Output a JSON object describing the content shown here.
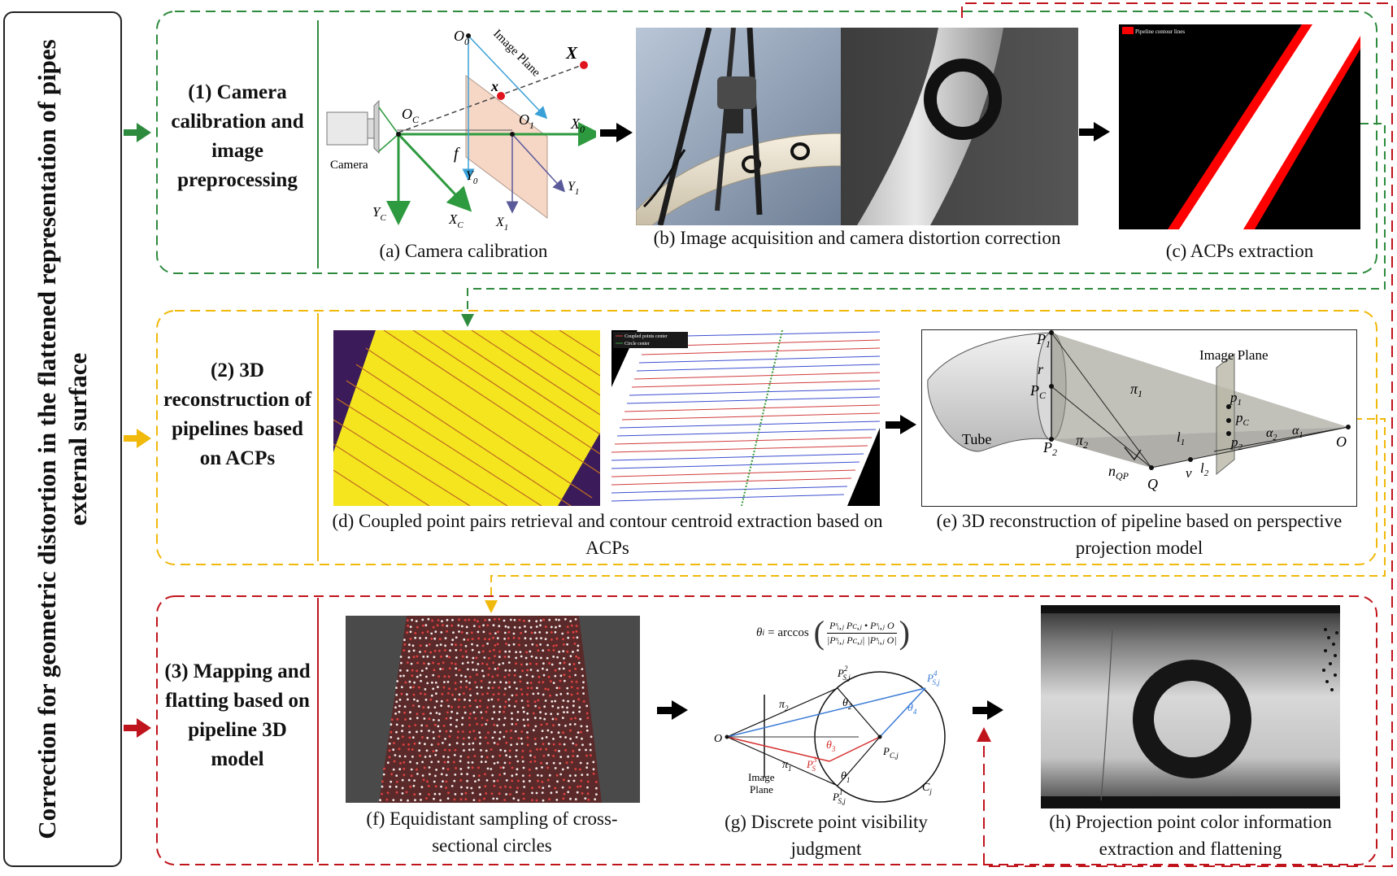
{
  "side_label": "Correction for geometric distortion in the flattened representation of pipes external surface",
  "colors": {
    "stage1": "#2e8b3e",
    "stage2": "#f0b90b",
    "stage3": "#c0141c",
    "arrow": "#000000"
  },
  "stage1": {
    "title": "(1) Camera calibration and image preprocessing",
    "captions": {
      "a": "(a) Camera calibration",
      "b": "(b) Image acquisition and camera distortion correction",
      "c": "(c) ACPs extraction"
    },
    "calib_labels": {
      "o0": "O",
      "o0_sub": "0",
      "image_plane": "Image Plane",
      "big_x": "X",
      "small_x": "x",
      "oc": "O",
      "oc_sub": "C",
      "o1": "O",
      "o1_sub": "1",
      "x0": "X",
      "x0_sub": "0",
      "camera": "Camera",
      "f": "f",
      "y0": "Y",
      "y0_sub": "0",
      "y1": "Y",
      "y1_sub": "1",
      "yc": "Y",
      "yc_sub": "C",
      "xc": "X",
      "xc_sub": "C",
      "x1": "X",
      "x1_sub": "1"
    },
    "acp_legend": "Pipeline contour lines"
  },
  "stage2": {
    "title": "(2) 3D reconstruction of pipelines based on ACPs",
    "captions": {
      "d": "(d) Coupled point pairs retrieval and contour centroid extraction based on ACPs",
      "e": "(e) 3D reconstruction of pipeline based on perspective projection model"
    },
    "legend_d": [
      "Coupled points center",
      "Circle center"
    ],
    "recon_labels": {
      "p1": "P",
      "p1_sub": "1",
      "r": "r",
      "pc": "P",
      "pc_sub": "C",
      "tube": "Tube",
      "p2": "P",
      "p2_sub": "2",
      "pi2": "π",
      "pi2_sub": "2",
      "pi1": "π",
      "pi1_sub": "1",
      "n": "n",
      "n_sub": "QP",
      "q": "Q",
      "v": "v",
      "l1": "l",
      "l1_sub": "1",
      "l2": "l",
      "l2_sub": "2",
      "image_plane": "Image Plane",
      "sp1": "p",
      "sp1_sub": "1",
      "spc": "p",
      "spc_sub": "C",
      "sp2": "p",
      "sp2_sub": "2",
      "a2": "α",
      "a2_sub": "2",
      "a1": "α",
      "a1_sub": "1",
      "o": "O"
    }
  },
  "stage3": {
    "title": "(3) Mapping and flatting based on pipeline 3D model",
    "captions": {
      "f": "(f) Equidistant sampling of cross-sectional circles",
      "g": "(g) Discrete point visibility judgment",
      "h": "(h) Projection point color information extraction and flattening"
    },
    "formula": {
      "lhs": "θ",
      "lhs_sub": "i",
      "eq": "= arccos",
      "numerator": "Pˢᵢ,ⱼ Pᴄ,ⱼ • Pˢᵢ,ⱼ O",
      "denominator": "|Pˢᵢ,ⱼ Pᴄ,ⱼ| |Pˢᵢ,ⱼ O|"
    },
    "vis_labels": {
      "ps2": "P",
      "ps2_sub": "S,j",
      "ps2_sup": "2",
      "ps4": "P",
      "ps4_sub": "S,j",
      "ps4_sup": "4",
      "pi2": "π",
      "pi2_sub": "2",
      "t2": "θ",
      "t2_sub": "2",
      "t4": "θ",
      "t4_sub": "4",
      "o": "O",
      "t3": "θ",
      "t3_sub": "3",
      "pcj": "P",
      "pcj_sub": "C,j",
      "pi1": "π",
      "pi1_sub": "1",
      "ps3": "P",
      "ps3_sub": "S",
      "ps3_sup": "3",
      "image_plane_1": "Image",
      "image_plane_2": "Plane",
      "t1": "θ",
      "t1_sub": "1",
      "ps1": "P",
      "ps1_sub": "S,j",
      "ps1_sup": "1",
      "cj": "C",
      "cj_sub": "j"
    }
  }
}
